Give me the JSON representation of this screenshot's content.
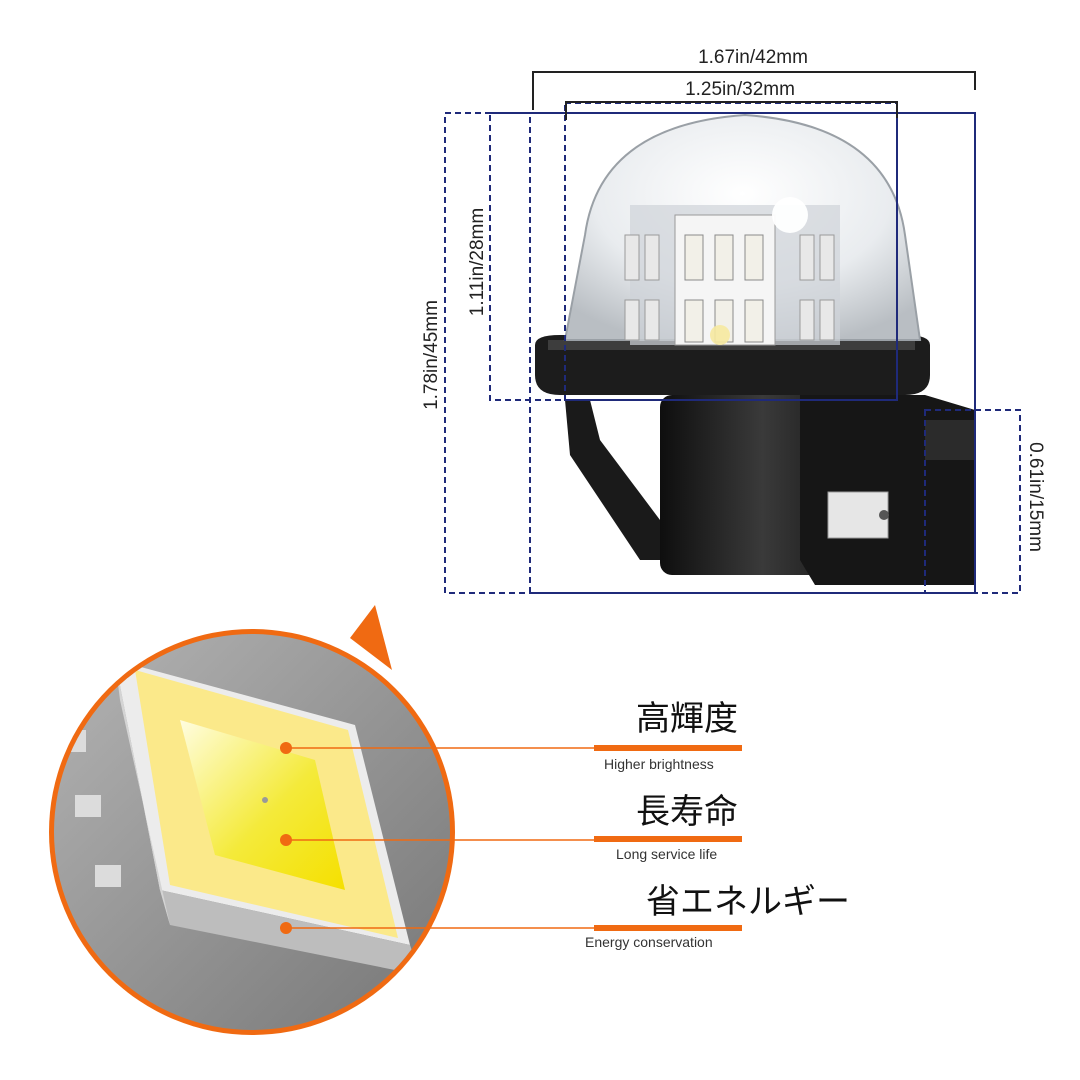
{
  "dimensions": {
    "width_outer": "1.67in/42mm",
    "width_inner": "1.25in/32mm",
    "height_total": "1.78in/45mm",
    "height_lens": "1.11in/28mm",
    "depth_connector": "0.61in/15mm"
  },
  "features": [
    {
      "title": "高輝度",
      "subtitle": "Higher brightness"
    },
    {
      "title": "長寿命",
      "subtitle": "Long service life"
    },
    {
      "title": "省エネルギー",
      "subtitle": "Energy conservation"
    }
  ],
  "colors": {
    "accent": "#f06a12",
    "dimension_line": "#1f2a7a",
    "chip_yellow": "#f4ea3a"
  }
}
